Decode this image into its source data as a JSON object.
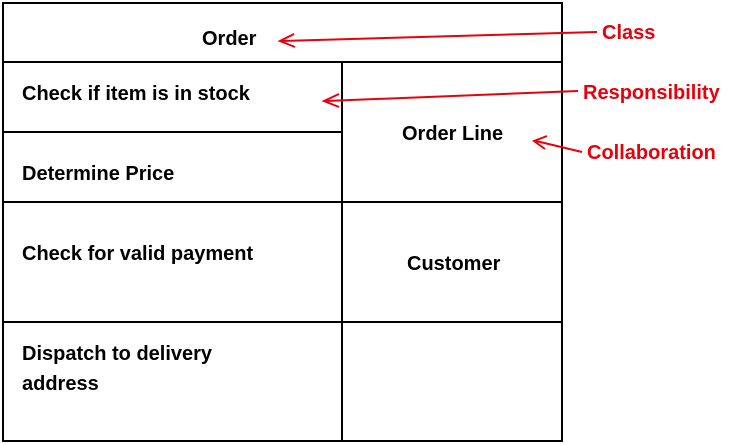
{
  "card": {
    "class_name": "Order",
    "responsibilities": [
      "Check if item is in stock",
      "Determine Price",
      "Check for valid payment",
      "Dispatch to delivery",
      "address"
    ],
    "collaborators": [
      "Order Line",
      "Customer"
    ]
  },
  "annotations": {
    "class_label": "Class",
    "responsibility_label": "Responsibility",
    "collaboration_label": "Collaboration",
    "color": "#e8000b"
  }
}
